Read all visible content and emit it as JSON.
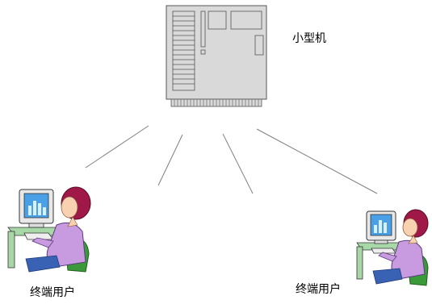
{
  "nodes": {
    "server": {
      "label": "小型机"
    },
    "terminal_left": {
      "label": "终端用户"
    },
    "terminal_right": {
      "label": "终端用户"
    }
  },
  "connections": [
    "server-terminal_left",
    "server-terminal_left",
    "server-terminal_right",
    "server-terminal_right"
  ],
  "colors": {
    "server_body": "#d9d9d9",
    "line": "#7f7f7f",
    "hair": "#a01848",
    "shirt": "#c89be0",
    "chair": "#3a9a3a",
    "screen": "#4aa0e6"
  }
}
